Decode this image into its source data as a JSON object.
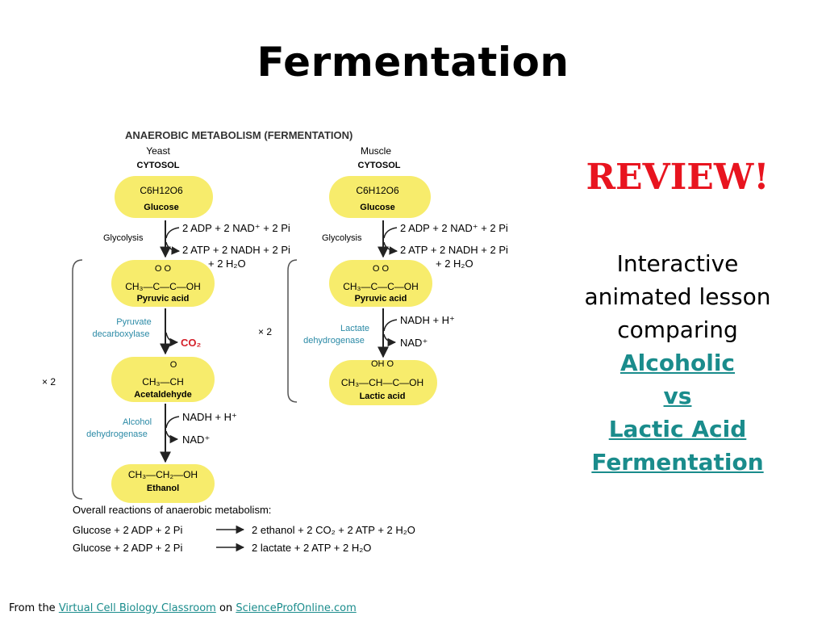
{
  "slide": {
    "title": "Fermentation",
    "review": "REVIEW!",
    "description": [
      "Interactive",
      "animated lesson",
      "comparing"
    ],
    "links": [
      "Alcoholic",
      "vs",
      "Lactic Acid",
      "Fermentation"
    ],
    "footer": {
      "prefix": "From the",
      "link1": "Virtual Cell Biology Classroom",
      "middle": "on",
      "link2": "ScienceProfOnline.com"
    }
  },
  "diagram": {
    "heading": "ANAEROBIC METABOLISM (FERMENTATION)",
    "yeast": {
      "organism": "Yeast",
      "compartment": "CYTOSOL",
      "glucose_formula": "C6H12O6",
      "glucose": "Glucose",
      "glycolysis": "Glycolysis",
      "inputs": "2 ADP + 2 NAD⁺ + 2 Pi",
      "outputs": "2 ATP + 2 NADH + 2 Pi",
      "water": "+ 2 H₂O",
      "pyruvic_formula": "CH₃—C—C—OH",
      "pyruvic_o": "O   O",
      "pyruvic": "Pyruvic acid",
      "enzyme1": [
        "Pyruvate",
        "decarboxylase"
      ],
      "co2": "CO₂",
      "acetaldehyde_o": "O",
      "acetaldehyde_formula": "CH₃—CH",
      "acetaldehyde": "Acetaldehyde",
      "enzyme2": [
        "Alcohol",
        "dehydrogenase"
      ],
      "nadh": "NADH + H⁺",
      "nad": "NAD⁺",
      "ethanol_formula": "CH₃—CH₂—OH",
      "ethanol": "Ethanol",
      "multiplier": "× 2"
    },
    "muscle": {
      "organism": "Muscle",
      "compartment": "CYTOSOL",
      "glucose_formula": "C6H12O6",
      "glucose": "Glucose",
      "glycolysis": "Glycolysis",
      "inputs": "2 ADP + 2 NAD⁺ + 2 Pi",
      "outputs": "2 ATP + 2 NADH + 2 Pi",
      "water": "+ 2 H₂O",
      "pyruvic_o": "O   O",
      "pyruvic_formula": "CH₃—C—C—OH",
      "pyruvic": "Pyruvic acid",
      "enzyme": [
        "Lactate",
        "dehydrogenase"
      ],
      "nadh": "NADH + H⁺",
      "nad": "NAD⁺",
      "lactic_top": "OH  O",
      "lactic_formula": "CH₃—CH—C—OH",
      "lactic": "Lactic acid",
      "multiplier": "× 2"
    },
    "overall": {
      "heading": "Overall reactions of anaerobic metabolism:",
      "reaction1_left": "Glucose + 2 ADP + 2 Pi",
      "reaction1_right": "2 ethanol + 2 CO₂ + 2 ATP + 2 H₂O",
      "reaction2_left": "Glucose + 2 ADP + 2 Pi",
      "reaction2_right": "2 lactate + 2 ATP + 2 H₂O"
    }
  },
  "colors": {
    "node_fill": "#f7ec6c",
    "enzyme_text": "#2b8aa6",
    "co2": "#d4202a",
    "review": "#e8141f",
    "link": "#1a8c8c"
  }
}
